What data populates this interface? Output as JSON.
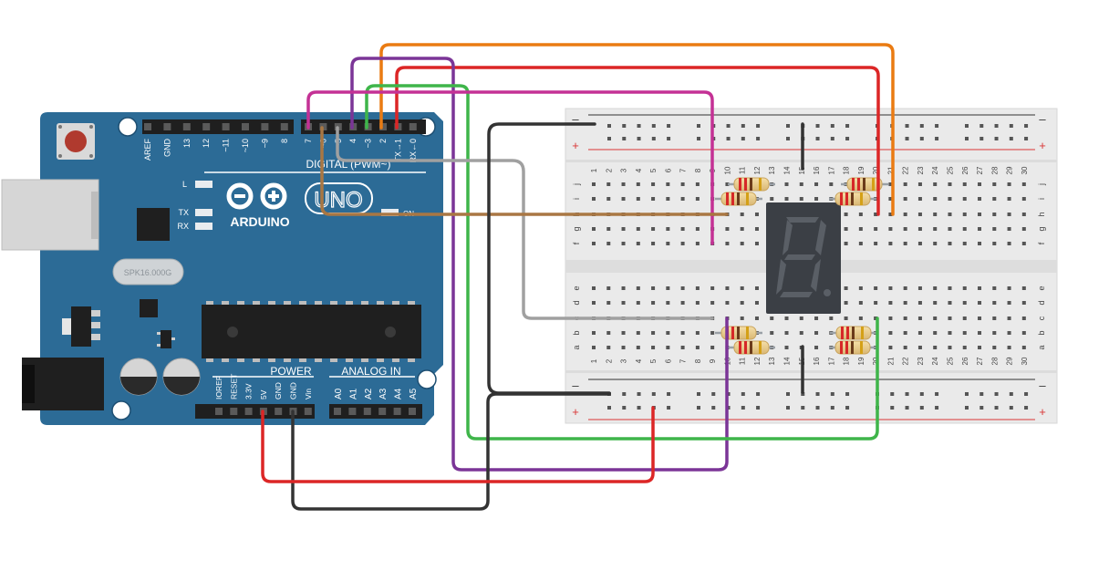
{
  "arduino": {
    "brand": "ARDUINO",
    "model": "UNO",
    "digital_label": "DIGITAL (PWM~)",
    "power_label": "POWER",
    "analog_label": "ANALOG IN",
    "crystal": "SPK16.000G",
    "led_l": "L",
    "led_tx": "TX",
    "led_rx": "RX",
    "led_on": "ON",
    "digital_pins": [
      "AREF",
      "GND",
      "13",
      "12",
      "~11",
      "~10",
      "~9",
      "8",
      "7",
      "~6",
      "~5",
      "4",
      "~3",
      "2",
      "TX→1",
      "RX←0"
    ],
    "power_pins": [
      "IOREF",
      "RESET",
      "3.3V",
      "5V",
      "GND",
      "GND",
      "Vin"
    ],
    "analog_pins": [
      "A0",
      "A1",
      "A2",
      "A3",
      "A4",
      "A5"
    ]
  },
  "breadboard": {
    "columns": [
      "1",
      "2",
      "3",
      "4",
      "5",
      "6",
      "7",
      "8",
      "9",
      "10",
      "11",
      "12",
      "13",
      "14",
      "15",
      "16",
      "17",
      "18",
      "19",
      "20",
      "21",
      "22",
      "23",
      "24",
      "25",
      "26",
      "27",
      "28",
      "29",
      "30"
    ],
    "top_rows": [
      "j",
      "i",
      "h",
      "g",
      "f"
    ],
    "bottom_rows": [
      "e",
      "d",
      "c",
      "b",
      "a"
    ],
    "plus": "+",
    "minus": "–"
  },
  "colors": {
    "board": "#2c6b96",
    "wire_red": "#dc2626",
    "wire_black": "#333333",
    "wire_orange": "#ea7b12",
    "wire_purple": "#7b3597",
    "wire_magenta": "#c43195",
    "wire_green": "#3fb54a",
    "wire_gray": "#a0a0a0",
    "wire_brown": "#a97743"
  }
}
